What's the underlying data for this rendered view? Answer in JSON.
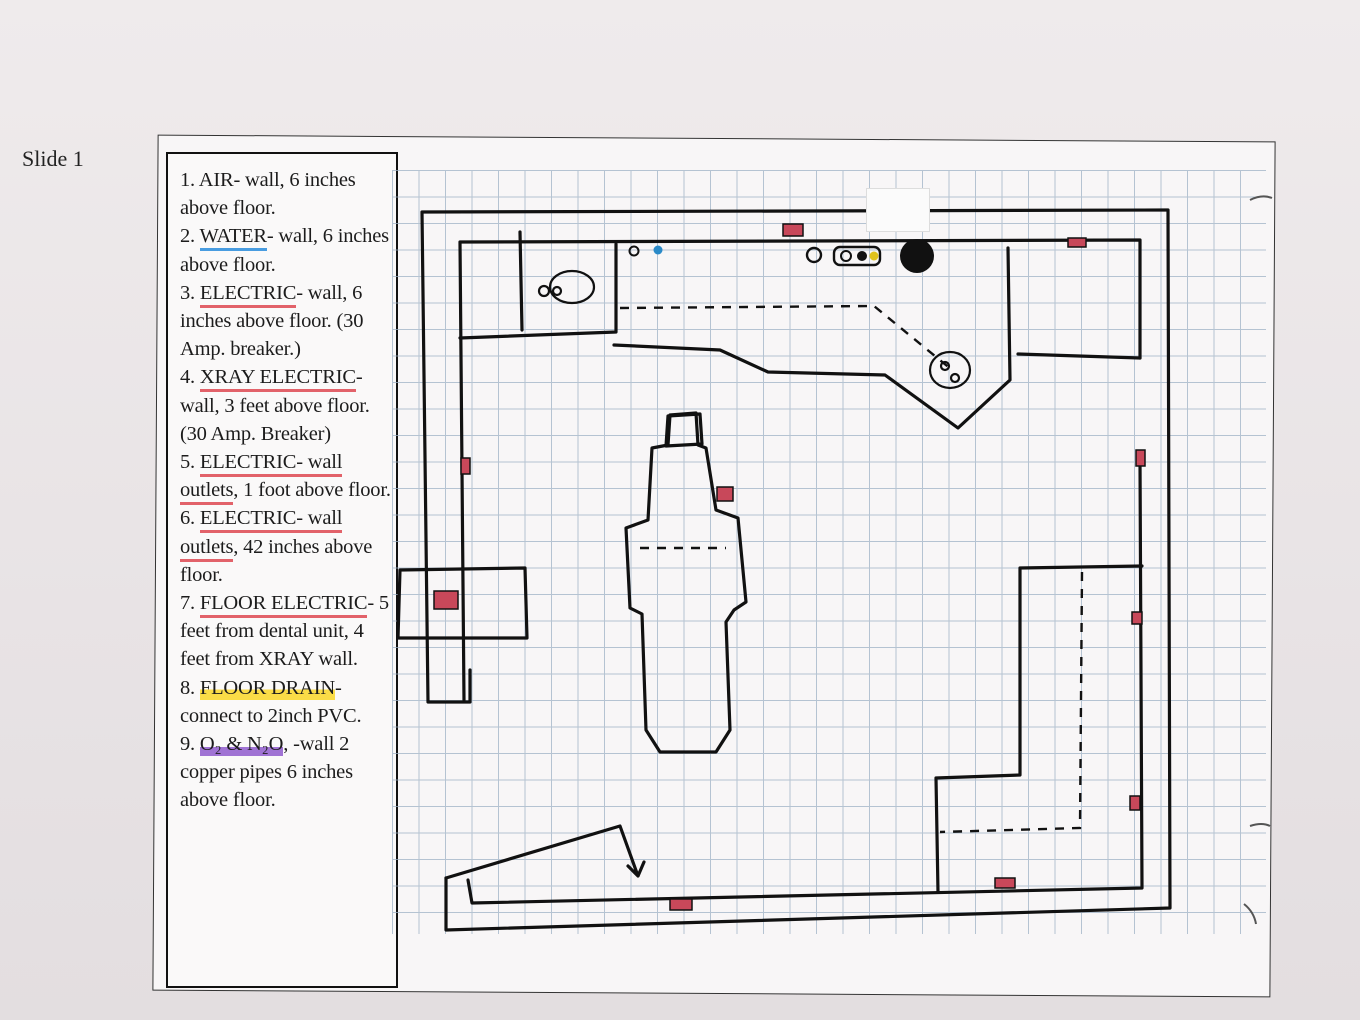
{
  "slide_label": "Slide 1",
  "legend": [
    {
      "num": "1.",
      "key": "AIR",
      "rest": "- wall, 6 inches above floor.",
      "highlight": "none"
    },
    {
      "num": "2.",
      "key": "WATER",
      "rest": "- wall, 6 inches above floor.",
      "highlight": "blue"
    },
    {
      "num": "3.",
      "key": "ELECTRIC",
      "rest": "- wall, 6 inches above floor. (30 Amp. breaker.)",
      "highlight": "red"
    },
    {
      "num": "4.",
      "key": "XRAY ELECTRIC",
      "rest": "- wall, 3 feet above floor. (30 Amp. Breaker)",
      "highlight": "red"
    },
    {
      "num": "5.",
      "key": "ELECTRIC- wall outlets",
      "rest": ", 1 foot above floor.",
      "highlight": "red"
    },
    {
      "num": "6.",
      "key": "ELECTRIC- wall outlets",
      "rest": ", 42 inches above floor.",
      "highlight": "red"
    },
    {
      "num": "7.",
      "key": "FLOOR ELECTRIC",
      "rest": "- 5 feet from dental unit, 4 feet from XRAY wall.",
      "highlight": "red"
    },
    {
      "num": "8.",
      "key": "FLOOR DRAIN",
      "rest": "-connect to 2inch PVC.",
      "highlight": "yellow"
    },
    {
      "num": "9.",
      "key": "O₂ & N₂O",
      "rest": ", -wall 2 copper pipes 6 inches above floor.",
      "highlight": "purple"
    }
  ],
  "colors": {
    "ink": "#111111",
    "outlet_marker": "#c8485a",
    "water_marker": "#2a8ac8",
    "gas_marker": "#e0c21c"
  }
}
